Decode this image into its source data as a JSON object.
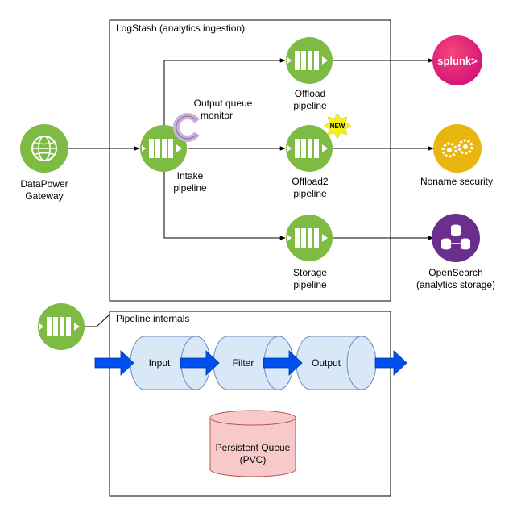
{
  "containers": {
    "logstash_title": "LogStash (analytics ingestion)",
    "internals_title": "Pipeline internals"
  },
  "source": {
    "label_1": "DataPower",
    "label_2": "Gateway"
  },
  "intake": {
    "label_1": "Intake",
    "label_2": "pipeline"
  },
  "monitor": {
    "label_1": "Output queue",
    "label_2": "monitor"
  },
  "offload": {
    "label_1": "Offload",
    "label_2": "pipeline"
  },
  "offload2": {
    "label_1": "Offload2",
    "label_2": "pipeline",
    "badge": "NEW"
  },
  "storage": {
    "label_1": "Storage",
    "label_2": "pipeline"
  },
  "destinations": {
    "splunk_logo": "splunk>",
    "noname_label": "Noname security",
    "opensearch_label_1": "OpenSearch",
    "opensearch_label_2": "(analytics storage)"
  },
  "internals": {
    "input": "Input",
    "filter": "Filter",
    "output": "Output",
    "queue_1": "Persistent Queue",
    "queue_2": "(PVC)"
  },
  "colors": {
    "pipeline_green": "#7dbb42",
    "splunk_pink": "#e8207a",
    "noname_yellow": "#e8b60f",
    "opensearch_purple": "#6a2e8c",
    "cylinder_blue": "#d9e8f7",
    "queue_red": "#f7c9c9",
    "arrow_blue": "#0050ef"
  }
}
